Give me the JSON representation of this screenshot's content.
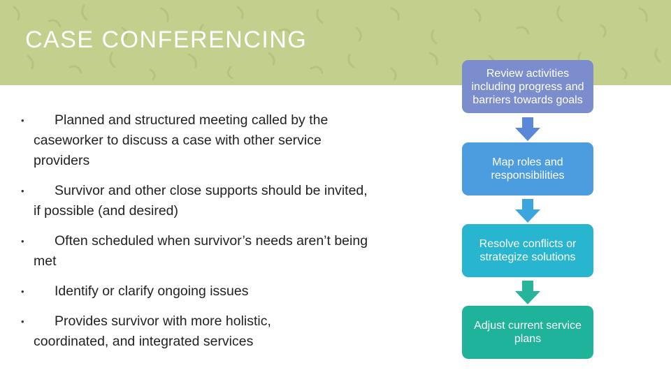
{
  "slide": {
    "title": "CASE CONFERENCING"
  },
  "bullets": [
    {
      "marker": "•",
      "text": "Planned and structured meeting called by the caseworker to discuss a case with other service providers"
    },
    {
      "marker": "•",
      "text": "Survivor and other close supports should be invited, if possible (and desired)"
    },
    {
      "marker": "•",
      "text": "Often scheduled when survivor’s needs aren’t being met"
    },
    {
      "marker": "•",
      "text": "Identify or clarify ongoing issues"
    },
    {
      "marker": "•",
      "text": "Provides survivor with more holistic, coordinated, and integrated services"
    }
  ],
  "process": {
    "steps": [
      {
        "label": "Review activities including progress and barriers towards goals",
        "color": "#7b8dcc"
      },
      {
        "label": "Map roles and responsibilities",
        "color": "#4c9ce0"
      },
      {
        "label": "Resolve conflicts or strategize solutions",
        "color": "#27b5cf"
      },
      {
        "label": "Adjust current service plans",
        "color": "#1fb39b"
      }
    ],
    "arrow_colors": [
      "#5b87d8",
      "#3aa6dd",
      "#26b49a"
    ]
  },
  "colors": {
    "banner": "#c2cf8d",
    "title_text": "#ffffff"
  }
}
